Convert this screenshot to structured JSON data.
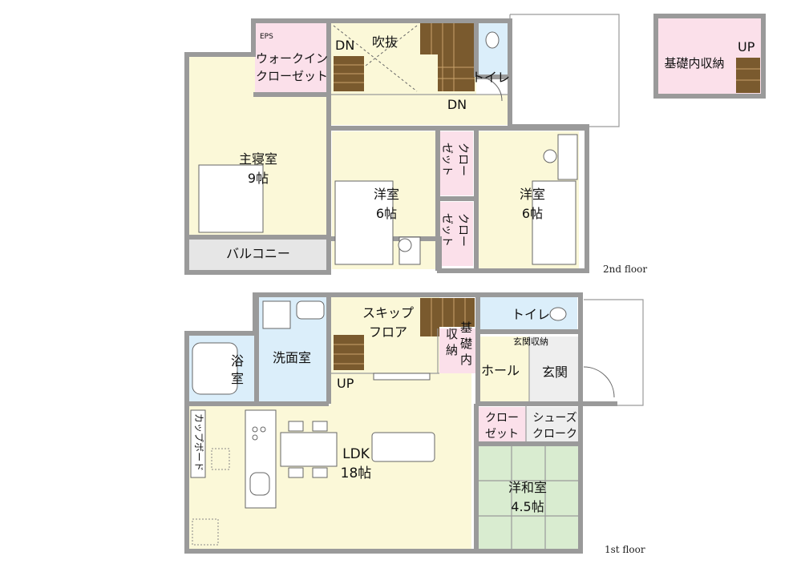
{
  "colors": {
    "floor": "#fbf8d8",
    "closet": "#fbe0ea",
    "wet": "#dbeefa",
    "tatami": "#d9ecd0",
    "genkan": "#eeeeee",
    "balcony": "#e6e6e6",
    "stair": "#7a5a2e",
    "wall": "#9a9a9a"
  },
  "second_floor": {
    "caption": "2nd floor",
    "eps": "EPS",
    "walk_in_closet": [
      "ウォークイン",
      "クローゼット"
    ],
    "dn_left": "DN",
    "fukinuke": "吹抜",
    "toilet": "トイレ",
    "dn_hall": "DN",
    "master_bedroom": [
      "主寝室",
      "9帖"
    ],
    "closet_a": [
      "クロー",
      "ゼット"
    ],
    "closet_b": [
      "クロー",
      "ゼット"
    ],
    "room_center": [
      "洋室",
      "6帖"
    ],
    "room_right": [
      "洋室",
      "6帖"
    ],
    "balcony": "バルコニー",
    "foundation_storage": "基礎内収納",
    "up": "UP"
  },
  "first_floor": {
    "caption": "1st floor",
    "skip_floor": [
      "スキップ",
      "フロア"
    ],
    "storage_kisonai": [
      "収",
      "納"
    ],
    "storage_kisonai2": [
      "基",
      "礎",
      "内"
    ],
    "toilet": "トイレ",
    "genkan_storage": "玄関収納",
    "bath": [
      "浴",
      "室"
    ],
    "washroom": "洗面室",
    "up": "UP",
    "hall": "ホール",
    "genkan": "玄関",
    "cupboard": [
      "カ",
      "ッ",
      "プ",
      "ボ",
      "ー",
      "ド"
    ],
    "closet": [
      "クロー",
      "ゼット"
    ],
    "shoes_cloak": [
      "シューズ",
      "クローク"
    ],
    "ldk": [
      "LDK",
      "18帖"
    ],
    "japanese_room": [
      "洋和室",
      "4.5帖"
    ]
  }
}
